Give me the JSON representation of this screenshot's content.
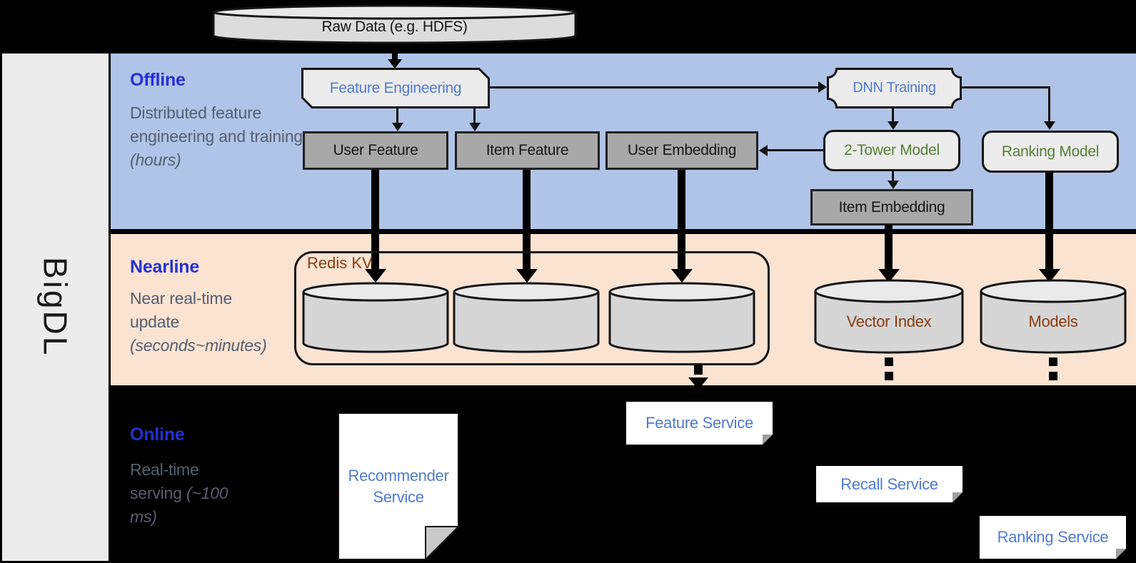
{
  "brand": {
    "name": "BigDL"
  },
  "raw_data": {
    "label": "Raw Data (e.g. HDFS)"
  },
  "sections": {
    "offline": {
      "title": "Offline",
      "desc": "Distributed feature engineering and training ",
      "note": "(hours)"
    },
    "nearline": {
      "title": "Nearline",
      "desc": "Near real-time update ",
      "note": "(seconds~minutes)"
    },
    "online": {
      "title": "Online",
      "desc": "Real-time serving ",
      "note": "(~100 ms)"
    }
  },
  "offline": {
    "feature_engineering": "Feature Engineering",
    "dnn_training": "DNN Training",
    "user_feature": "User Feature",
    "item_feature": "Item Feature",
    "user_embedding": "User Embedding",
    "two_tower_model": "2-Tower Model",
    "ranking_model": "Ranking Model",
    "item_embedding": "Item Embedding"
  },
  "nearline": {
    "redis_kv": "Redis KV",
    "vector_index": "Vector Index",
    "models": "Models"
  },
  "online": {
    "recommender_service": "Recommender Service",
    "feature_service": "Feature Service",
    "recall_service": "Recall Service",
    "ranking_service": "Ranking Service"
  },
  "colors": {
    "background": "#000000",
    "offline_band": "#b0c4e8",
    "nearline_band": "#fbe3d2",
    "sidebar": "#ececec",
    "section_title_blue": "#2430d4",
    "section_desc_gray": "#54606f",
    "box_text_blue": "#4f7bd0",
    "model_text_green": "#538135",
    "storage_text_brown": "#8a3c10",
    "gray_box_fill": "#a8a8a8",
    "light_box_fill": "#ececec",
    "cylinder_fill": "#d6d6d6"
  }
}
